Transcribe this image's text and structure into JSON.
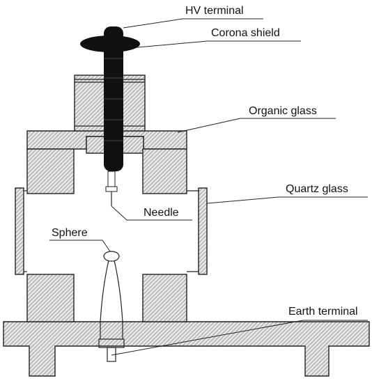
{
  "labels": {
    "hv_terminal": "HV terminal",
    "corona_shield": "Corona shield",
    "organic_glass": "Organic glass",
    "quartz_glass": "Quartz glass",
    "needle": "Needle",
    "sphere": "Sphere",
    "earth_terminal": "Earth terminal"
  },
  "colors": {
    "electrode": "#111111",
    "outline": "#222222",
    "hatch": "#8a8a8a"
  }
}
